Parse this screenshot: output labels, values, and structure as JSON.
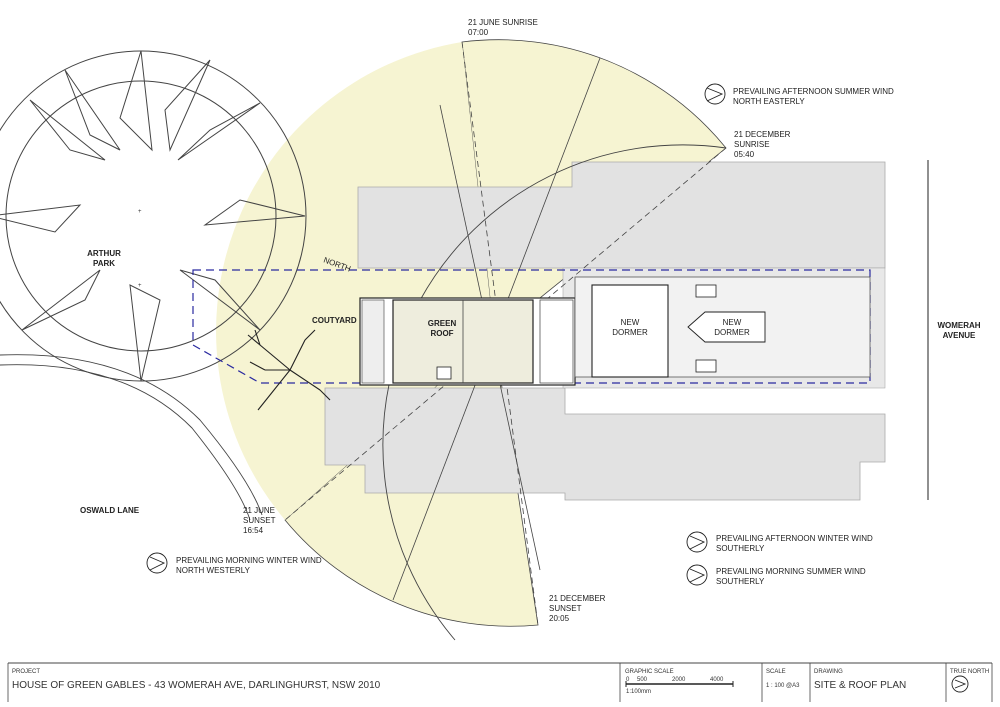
{
  "site_labels": {
    "arthur_park": [
      "ARTHUR",
      "PARK"
    ],
    "oswald_lane": "OSWALD LANE",
    "womerah_avenue": [
      "WOMERAH",
      "AVENUE"
    ],
    "north": "NORTH",
    "coutyard": "COUTYARD",
    "green_roof": [
      "GREEN",
      "ROOF"
    ],
    "new_dormer_a": [
      "NEW",
      "DORMER"
    ],
    "new_dormer_b": [
      "NEW",
      "DORMER"
    ]
  },
  "sun_labels": {
    "june_sunrise": [
      "21 JUNE SUNRISE",
      "07:00"
    ],
    "december_sunrise": [
      "21 DECEMBER",
      "SUNRISE",
      "05:40"
    ],
    "june_sunset": [
      "21 JUNE",
      "SUNSET",
      "16:54"
    ],
    "december_sunset": [
      "21 DECEMBER",
      "SUNSET",
      "20:05"
    ]
  },
  "wind_labels": {
    "afternoon_summer": [
      "PREVAILING AFTERNOON SUMMER WIND",
      "NORTH EASTERLY"
    ],
    "morning_winter": [
      "PREVAILING MORNING WINTER WIND",
      "NORTH WESTERLY"
    ],
    "afternoon_winter": [
      "PREVAILING AFTERNOON WINTER WIND",
      "SOUTHERLY"
    ],
    "morning_summer": [
      "PREVAILING MORNING SUMMER WIND",
      "SOUTHERLY"
    ]
  },
  "title_block": {
    "project_label": "PROJECT",
    "project_value": "HOUSE OF GREEN GABLES - 43 WOMERAH AVE, DARLINGHURST, NSW 2010",
    "graphic_scale_label": "GRAPHIC SCALE",
    "graphic_scale_ticks": [
      "0",
      "500",
      "2000",
      "4000"
    ],
    "graphic_scale_ratio": "1:100mm",
    "scale_label": "SCALE",
    "scale_value": "1 : 100 @A3",
    "drawing_label": "DRAWING",
    "drawing_value": "SITE & ROOF PLAN",
    "true_north_label": "TRUE NORTH"
  },
  "colors": {
    "sun_path_fill": "#f6f4d2",
    "neighbour_fill": "#e2e2e2",
    "boundary_blue": "#2a2aa0",
    "green_roof_fill": "#eeeddd"
  },
  "icons": [
    "wind-rose-icon",
    "tree-icon",
    "true-north-arrow-icon"
  ]
}
